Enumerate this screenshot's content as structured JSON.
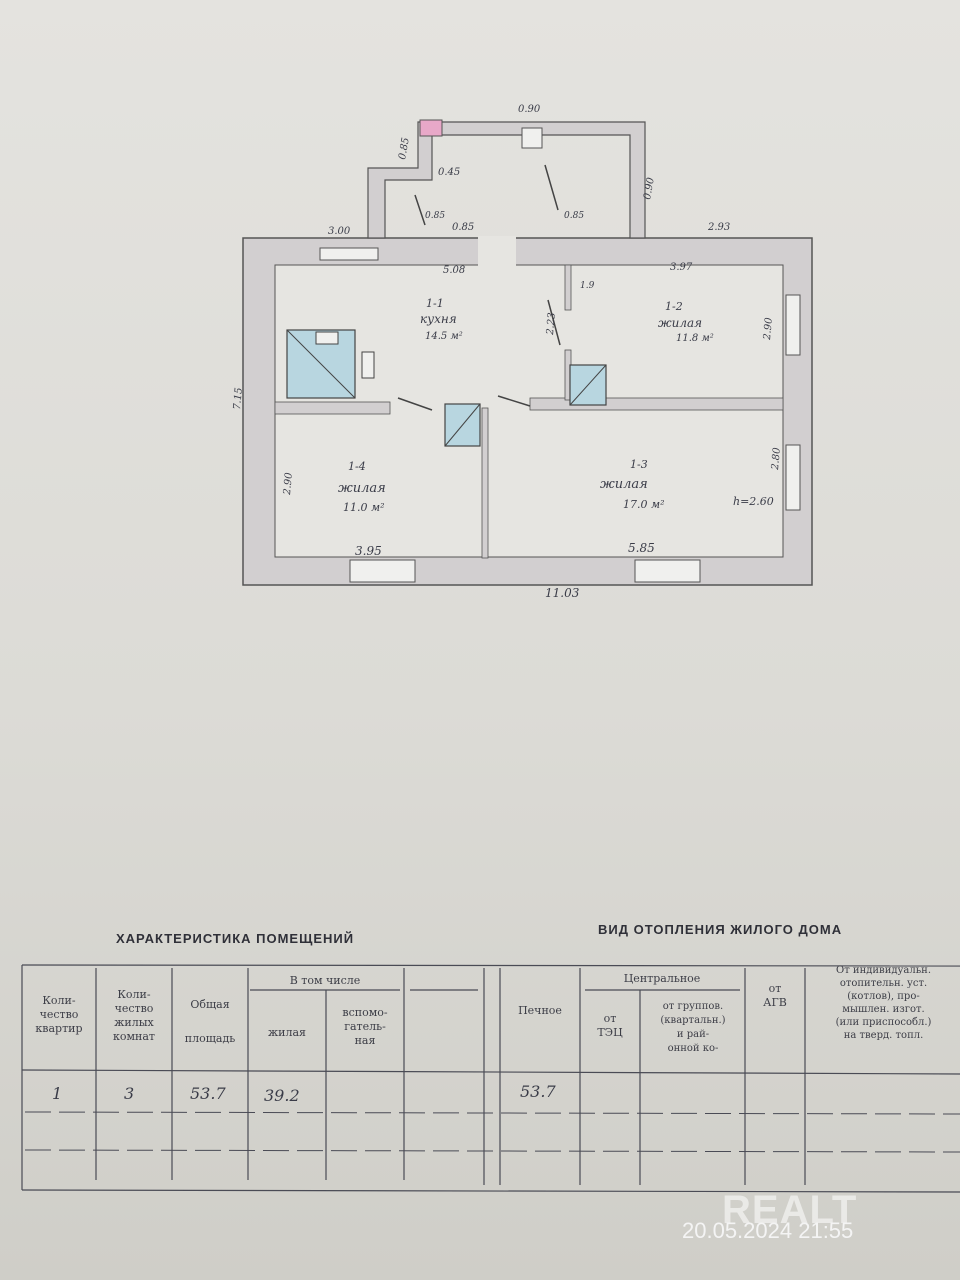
{
  "plan": {
    "dims": {
      "top_small": "0.90",
      "porch_left": "0.85",
      "porch_right": "0.90",
      "porch_inner_a": "0.45",
      "porch_inner_b": "0.85",
      "porch_door": "0.85",
      "porch_door2": "0.85",
      "top_left": "3.00",
      "top_right": "2.93",
      "kitchen_top": "5.08",
      "room2_top": "3.97",
      "room2_side": "1.9",
      "kitchen_door": "2.23",
      "room2_right": "2.90",
      "left_wall": "7.15",
      "room4_side": "2.90",
      "room3_right": "2.80",
      "room4_bottom": "3.95",
      "room3_bottom": "5.85",
      "total_width": "11.03",
      "height": "h=2.60"
    },
    "rooms": [
      {
        "id": "1-1",
        "name": "кухня",
        "area": "14.5 м²"
      },
      {
        "id": "1-2",
        "name": "жилая",
        "area": "11.8 м²"
      },
      {
        "id": "1-3",
        "name": "жилая",
        "area": "17.0 м²"
      },
      {
        "id": "1-4",
        "name": "жилая",
        "area": "11.0 м²"
      }
    ]
  },
  "table_left": {
    "title": "ХАРАКТЕРИСТИКА ПОМЕЩЕНИЙ",
    "headers": {
      "col1": "Коли-\nчество\nквартир",
      "col2": "Коли-\nчество\nжилых\nкомнат",
      "col3": "Общая\nплощадь",
      "group": "В том числе",
      "col4": "жилая",
      "col5": "вспомо-\nгатель-\nная"
    },
    "row": {
      "apartments": "1",
      "rooms": "3",
      "total": "53.7",
      "living": "39.2",
      "aux": ""
    }
  },
  "table_right": {
    "title": "ВИД ОТОПЛЕНИЯ ЖИЛОГО ДОМА",
    "headers": {
      "stove": "Печное",
      "central": "Центральное",
      "tec": "от\nТЭЦ",
      "group": "от группов.\n(квартальн.)\nи рай-\nонной ко-",
      "agv": "от\nАГВ",
      "individual": "От индивидуальн.\nотопительн. уст.\n(котлов), про-\nмышлен. изгот.\n(или приспособл.)\nна тверд. топл."
    },
    "row": {
      "stove": "53.7"
    }
  },
  "overlay": {
    "watermark": "REALT",
    "timestamp": "20.05.2024  21:55"
  }
}
